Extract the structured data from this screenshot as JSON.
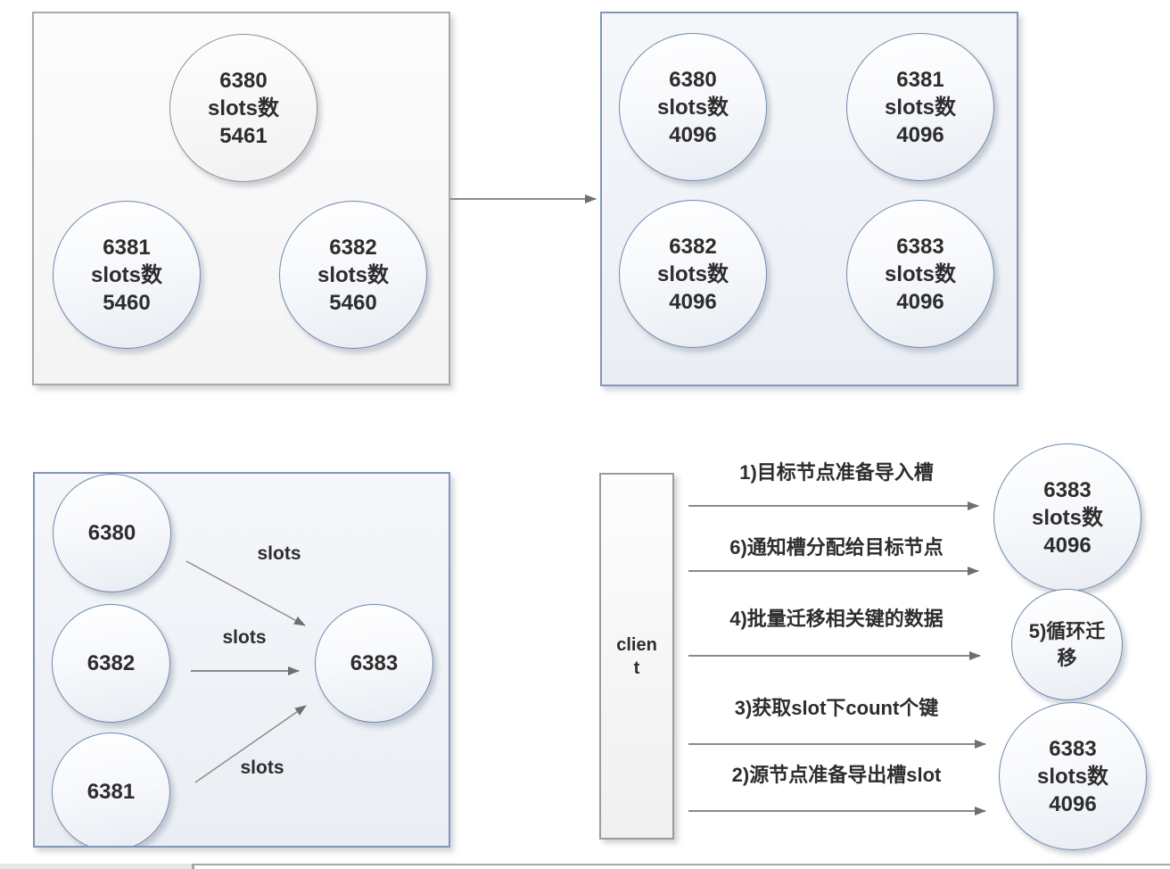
{
  "before_box": {
    "nodes": [
      {
        "port": "6380",
        "slots_label": "slots数",
        "slots_count": "5461"
      },
      {
        "port": "6381",
        "slots_label": "slots数",
        "slots_count": "5460"
      },
      {
        "port": "6382",
        "slots_label": "slots数",
        "slots_count": "5460"
      }
    ]
  },
  "after_box": {
    "nodes": [
      {
        "port": "6380",
        "slots_label": "slots数",
        "slots_count": "4096"
      },
      {
        "port": "6381",
        "slots_label": "slots数",
        "slots_count": "4096"
      },
      {
        "port": "6382",
        "slots_label": "slots数",
        "slots_count": "4096"
      },
      {
        "port": "6383",
        "slots_label": "slots数",
        "slots_count": "4096"
      }
    ]
  },
  "slots_box": {
    "source_nodes": [
      {
        "port": "6380"
      },
      {
        "port": "6382"
      },
      {
        "port": "6381"
      }
    ],
    "target_node": {
      "port": "6383"
    },
    "edge_labels": [
      "slots",
      "slots",
      "slots"
    ]
  },
  "sequence": {
    "client_lines": [
      "clien",
      "t"
    ],
    "steps": [
      "1)目标节点准备导入槽",
      "6)通知槽分配给目标节点",
      "4)批量迁移相关键的数据",
      "3)获取slot下count个键",
      "2)源节点准备导出槽slot"
    ],
    "target_top": {
      "port": "6383",
      "slots_label": "slots数",
      "slots_count": "4096"
    },
    "loop_node_lines": [
      "5)循环迁",
      "移"
    ],
    "target_bottom": {
      "port": "6383",
      "slots_label": "slots数",
      "slots_count": "4096"
    }
  },
  "colors": {
    "panel_border_gray": "#a9a9a9",
    "panel_border_blue": "#8296b6",
    "circle_border_blue": "#7089ae",
    "circle_border_gray": "#8f8f8f",
    "arrow_gray": "#8a8a8a",
    "arrowhead_gray": "#6f6f6f",
    "text_dark": "#2d2d2d"
  }
}
